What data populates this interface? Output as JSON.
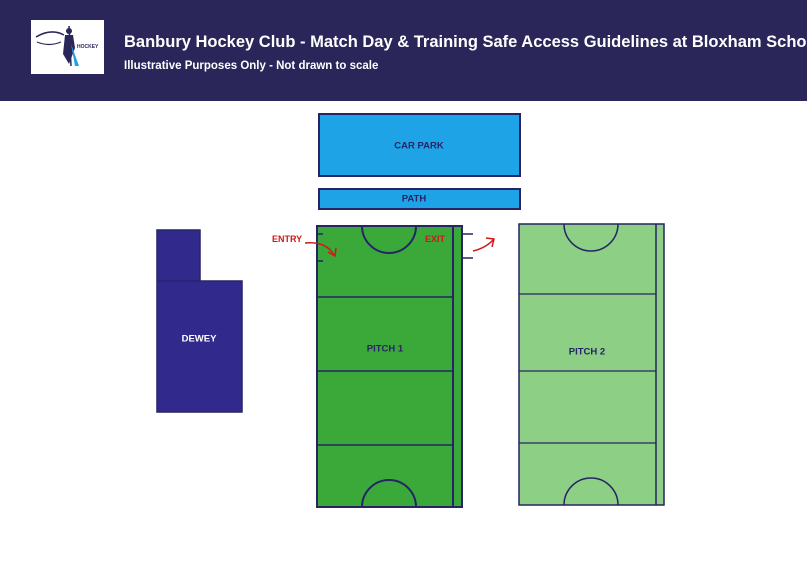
{
  "header": {
    "title": "Banbury Hockey Club - Match Day & Training Safe Access Guidelines at Bloxham School",
    "subtitle": "Illustrative Purposes Only - Not drawn to scale",
    "logo_text": "HOCKEY"
  },
  "map": {
    "car_park": "CAR PARK",
    "path": "PATH",
    "dewey": "DEWEY",
    "pitch1": "PITCH 1",
    "pitch2": "PITCH 2",
    "entry": "ENTRY",
    "exit": "EXIT"
  },
  "colors": {
    "header_bg": "#2a2659",
    "car_park": "#1ea3e6",
    "building": "#312a8c",
    "pitch1": "#3aa93a",
    "pitch2": "#8ccf85",
    "line": "#262465",
    "arrow": "#d01818"
  }
}
